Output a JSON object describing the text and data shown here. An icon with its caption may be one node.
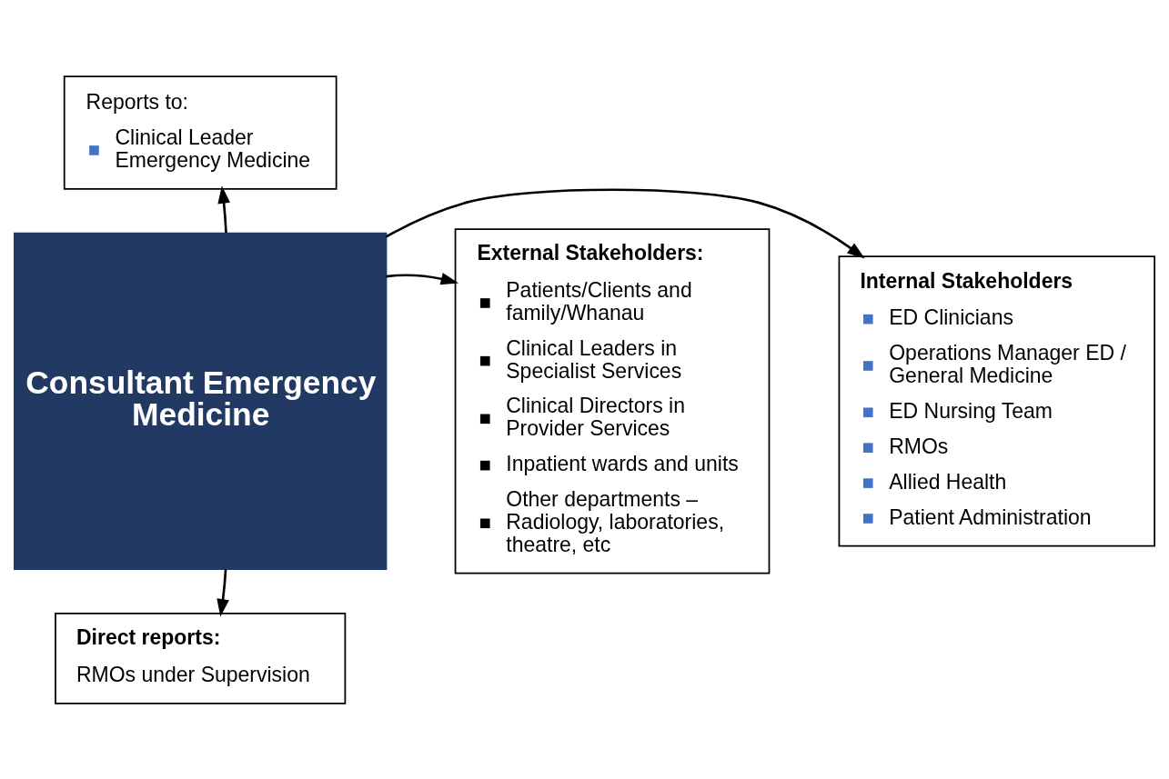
{
  "diagram": {
    "nodes": [
      {
        "text": [
          "Reports to:",
          "Clinical Leader Emergency Medicine"
        ]
      },
      {
        "text": [
          "Internal Stakeholders",
          "ED Clinicians",
          "Operations Manager ED / General Medicine",
          "ED Nursing Team",
          "RMOs",
          "Allied Health",
          "Patient Administration"
        ]
      },
      {
        "text": [
          "Consultant Emergency Medicine"
        ]
      },
      {
        "text": [
          "External Stakeholders:",
          "Patients/Clients and family/Whanau",
          "Clinical Leaders in Specialist Services",
          "Clinical Directors in Provider Services",
          "Inpatient wards and units",
          "Other departments – Radiology, laboratories, theatre, etc"
        ]
      },
      {
        "text": [
          "Direct reports:",
          "RMOs under Supervision"
        ]
      }
    ],
    "edges": [
      {
        "from": 2,
        "to": 0,
        "arrow": "to"
      },
      {
        "from": 2,
        "to": 1,
        "arrow": "to"
      },
      {
        "from": 2,
        "to": 3,
        "arrow": "to"
      },
      {
        "from": 2,
        "to": 4,
        "arrow": "to"
      }
    ]
  }
}
